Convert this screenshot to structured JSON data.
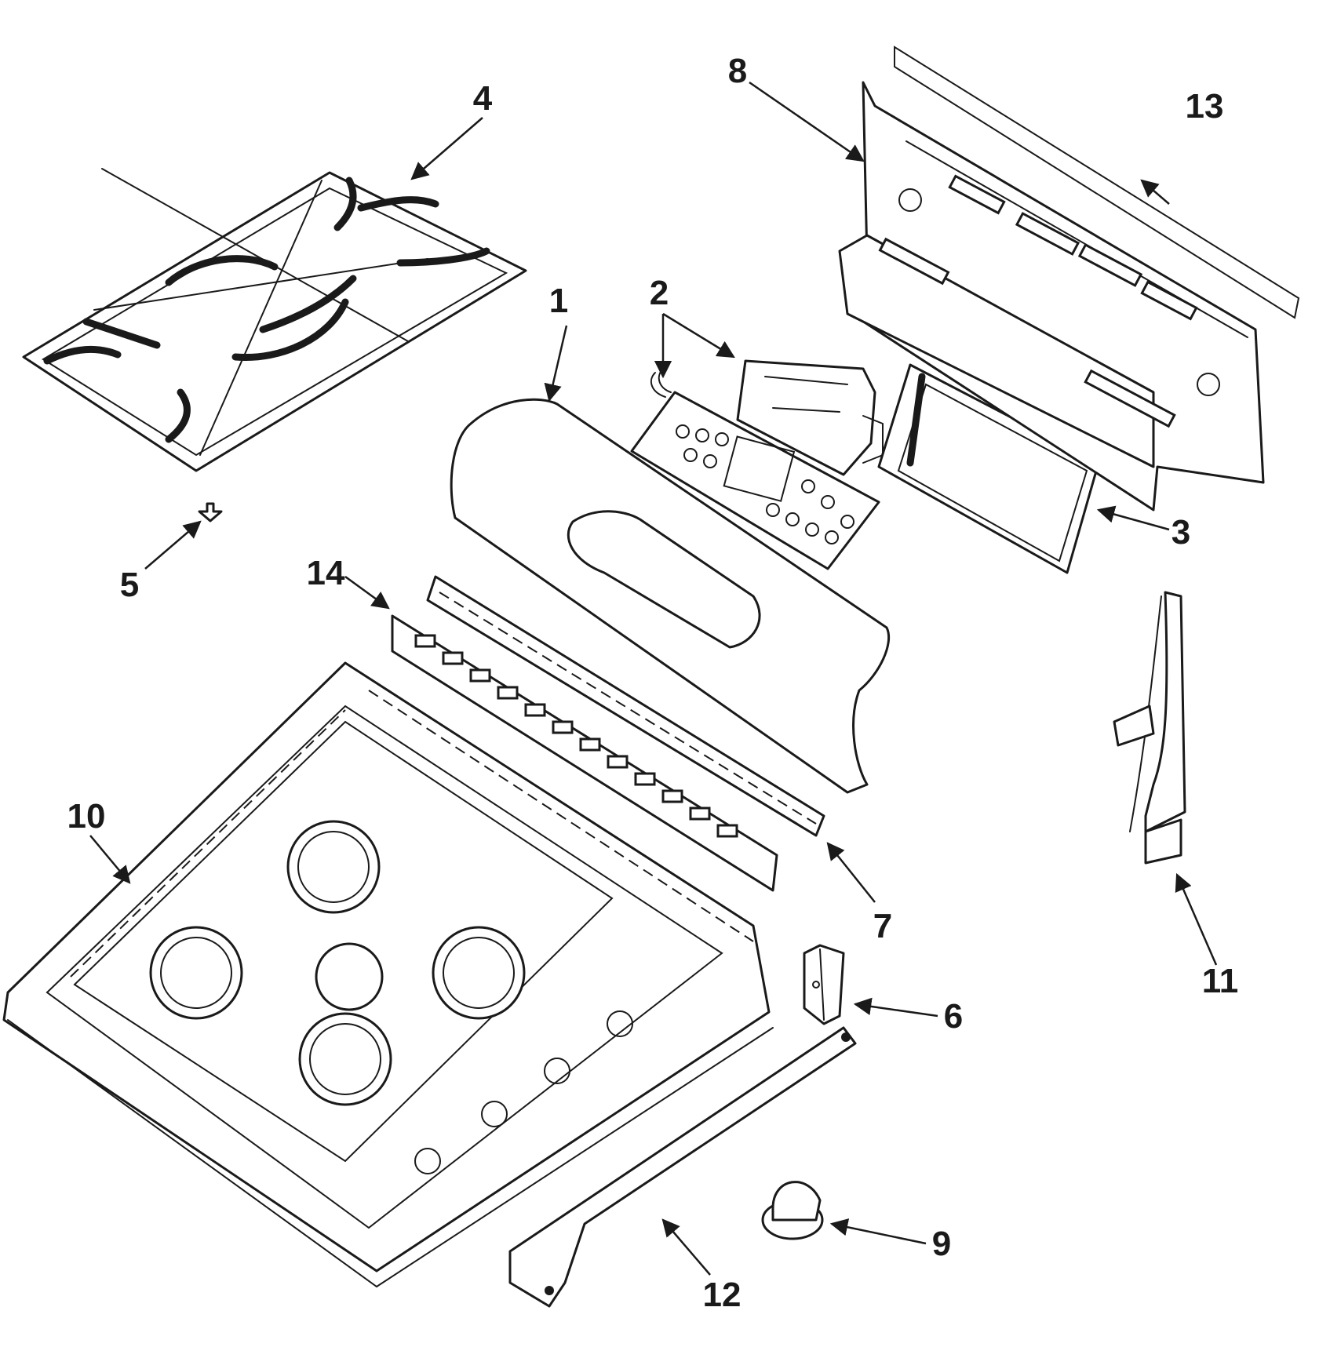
{
  "diagram": {
    "type": "exploded-parts",
    "callouts": {
      "c1": "1",
      "c2": "2",
      "c3": "3",
      "c4": "4",
      "c5": "5",
      "c6": "6",
      "c7": "7",
      "c8": "8",
      "c9": "9",
      "c10": "10",
      "c11": "11",
      "c12": "12",
      "c13": "13",
      "c14": "14"
    }
  }
}
